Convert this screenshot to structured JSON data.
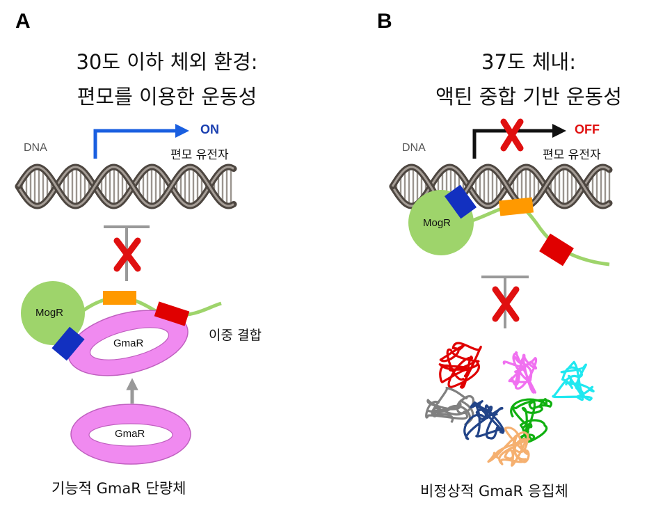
{
  "panel_a": {
    "letter": "A",
    "heading_line1": "30도 이하 체외 환경:",
    "heading_line2": "편모를 이용한 운동성",
    "dna_label": "DNA",
    "state_label": "ON",
    "gene_label": "편모 유전자",
    "protein_mogr": "MogR",
    "protein_gmar_bound": "GmaR",
    "protein_gmar_free": "GmaR",
    "binding_label": "이중 결합",
    "caption": "기능적 GmaR 단량체"
  },
  "panel_b": {
    "letter": "B",
    "heading_line1": "37도 체내:",
    "heading_line2": "액틴 중합 기반 운동성",
    "dna_label": "DNA",
    "state_label": "OFF",
    "gene_label": "편모 유전자",
    "protein_mogr": "MogR",
    "caption": "비정상적 GmaR 응집체"
  },
  "colors": {
    "arrow_on": "#1a5fe0",
    "label_on": "#1a3fb0",
    "label_off": "#e01010",
    "block_x": "#e01010",
    "mogr": "#9ed46b",
    "gmar": "#f08af0",
    "domain_blue": "#1230c0",
    "domain_orange": "#ff9900",
    "domain_red": "#e00000",
    "linker": "#9ed46b"
  }
}
